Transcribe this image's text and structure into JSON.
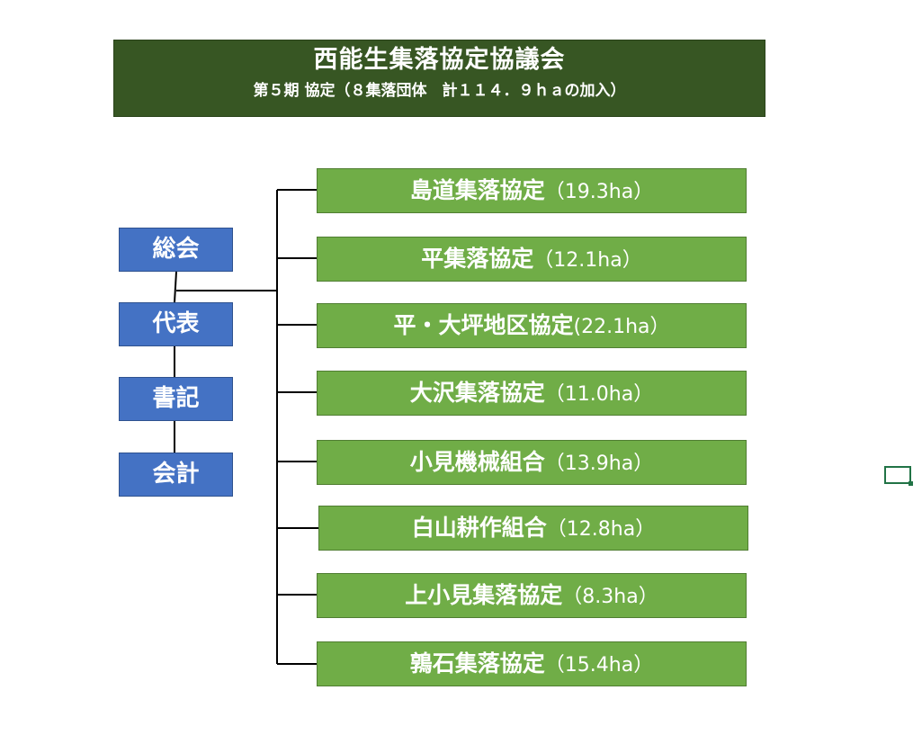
{
  "header": {
    "title": "西能生集落協定協議会",
    "subtitle": "第５期 協定（８集落団体　計１１４．９ｈａの加入）"
  },
  "roles": [
    {
      "label": "総会"
    },
    {
      "label": "代表"
    },
    {
      "label": "書記"
    },
    {
      "label": "会計"
    }
  ],
  "groups": [
    {
      "name": "島道集落協定",
      "area": "（19.3ha）"
    },
    {
      "name": "平集落協定",
      "area": "（12.1ha）"
    },
    {
      "name": "平・大坪地区協定",
      "area": "(22.1ha）"
    },
    {
      "name": "大沢集落協定",
      "area": "（11.0ha）"
    },
    {
      "name": "小見機械組合",
      "area": "（13.9ha）"
    },
    {
      "name": "白山耕作組合",
      "area": "（12.8ha）"
    },
    {
      "name": "上小見集落協定",
      "area": "（8.3ha）"
    },
    {
      "name": "鶉石集落協定",
      "area": "（15.4ha）"
    }
  ],
  "colors": {
    "header_bg": "#375623",
    "role_bg": "#4472c4",
    "group_bg": "#70ad47",
    "connector": "#000000"
  }
}
